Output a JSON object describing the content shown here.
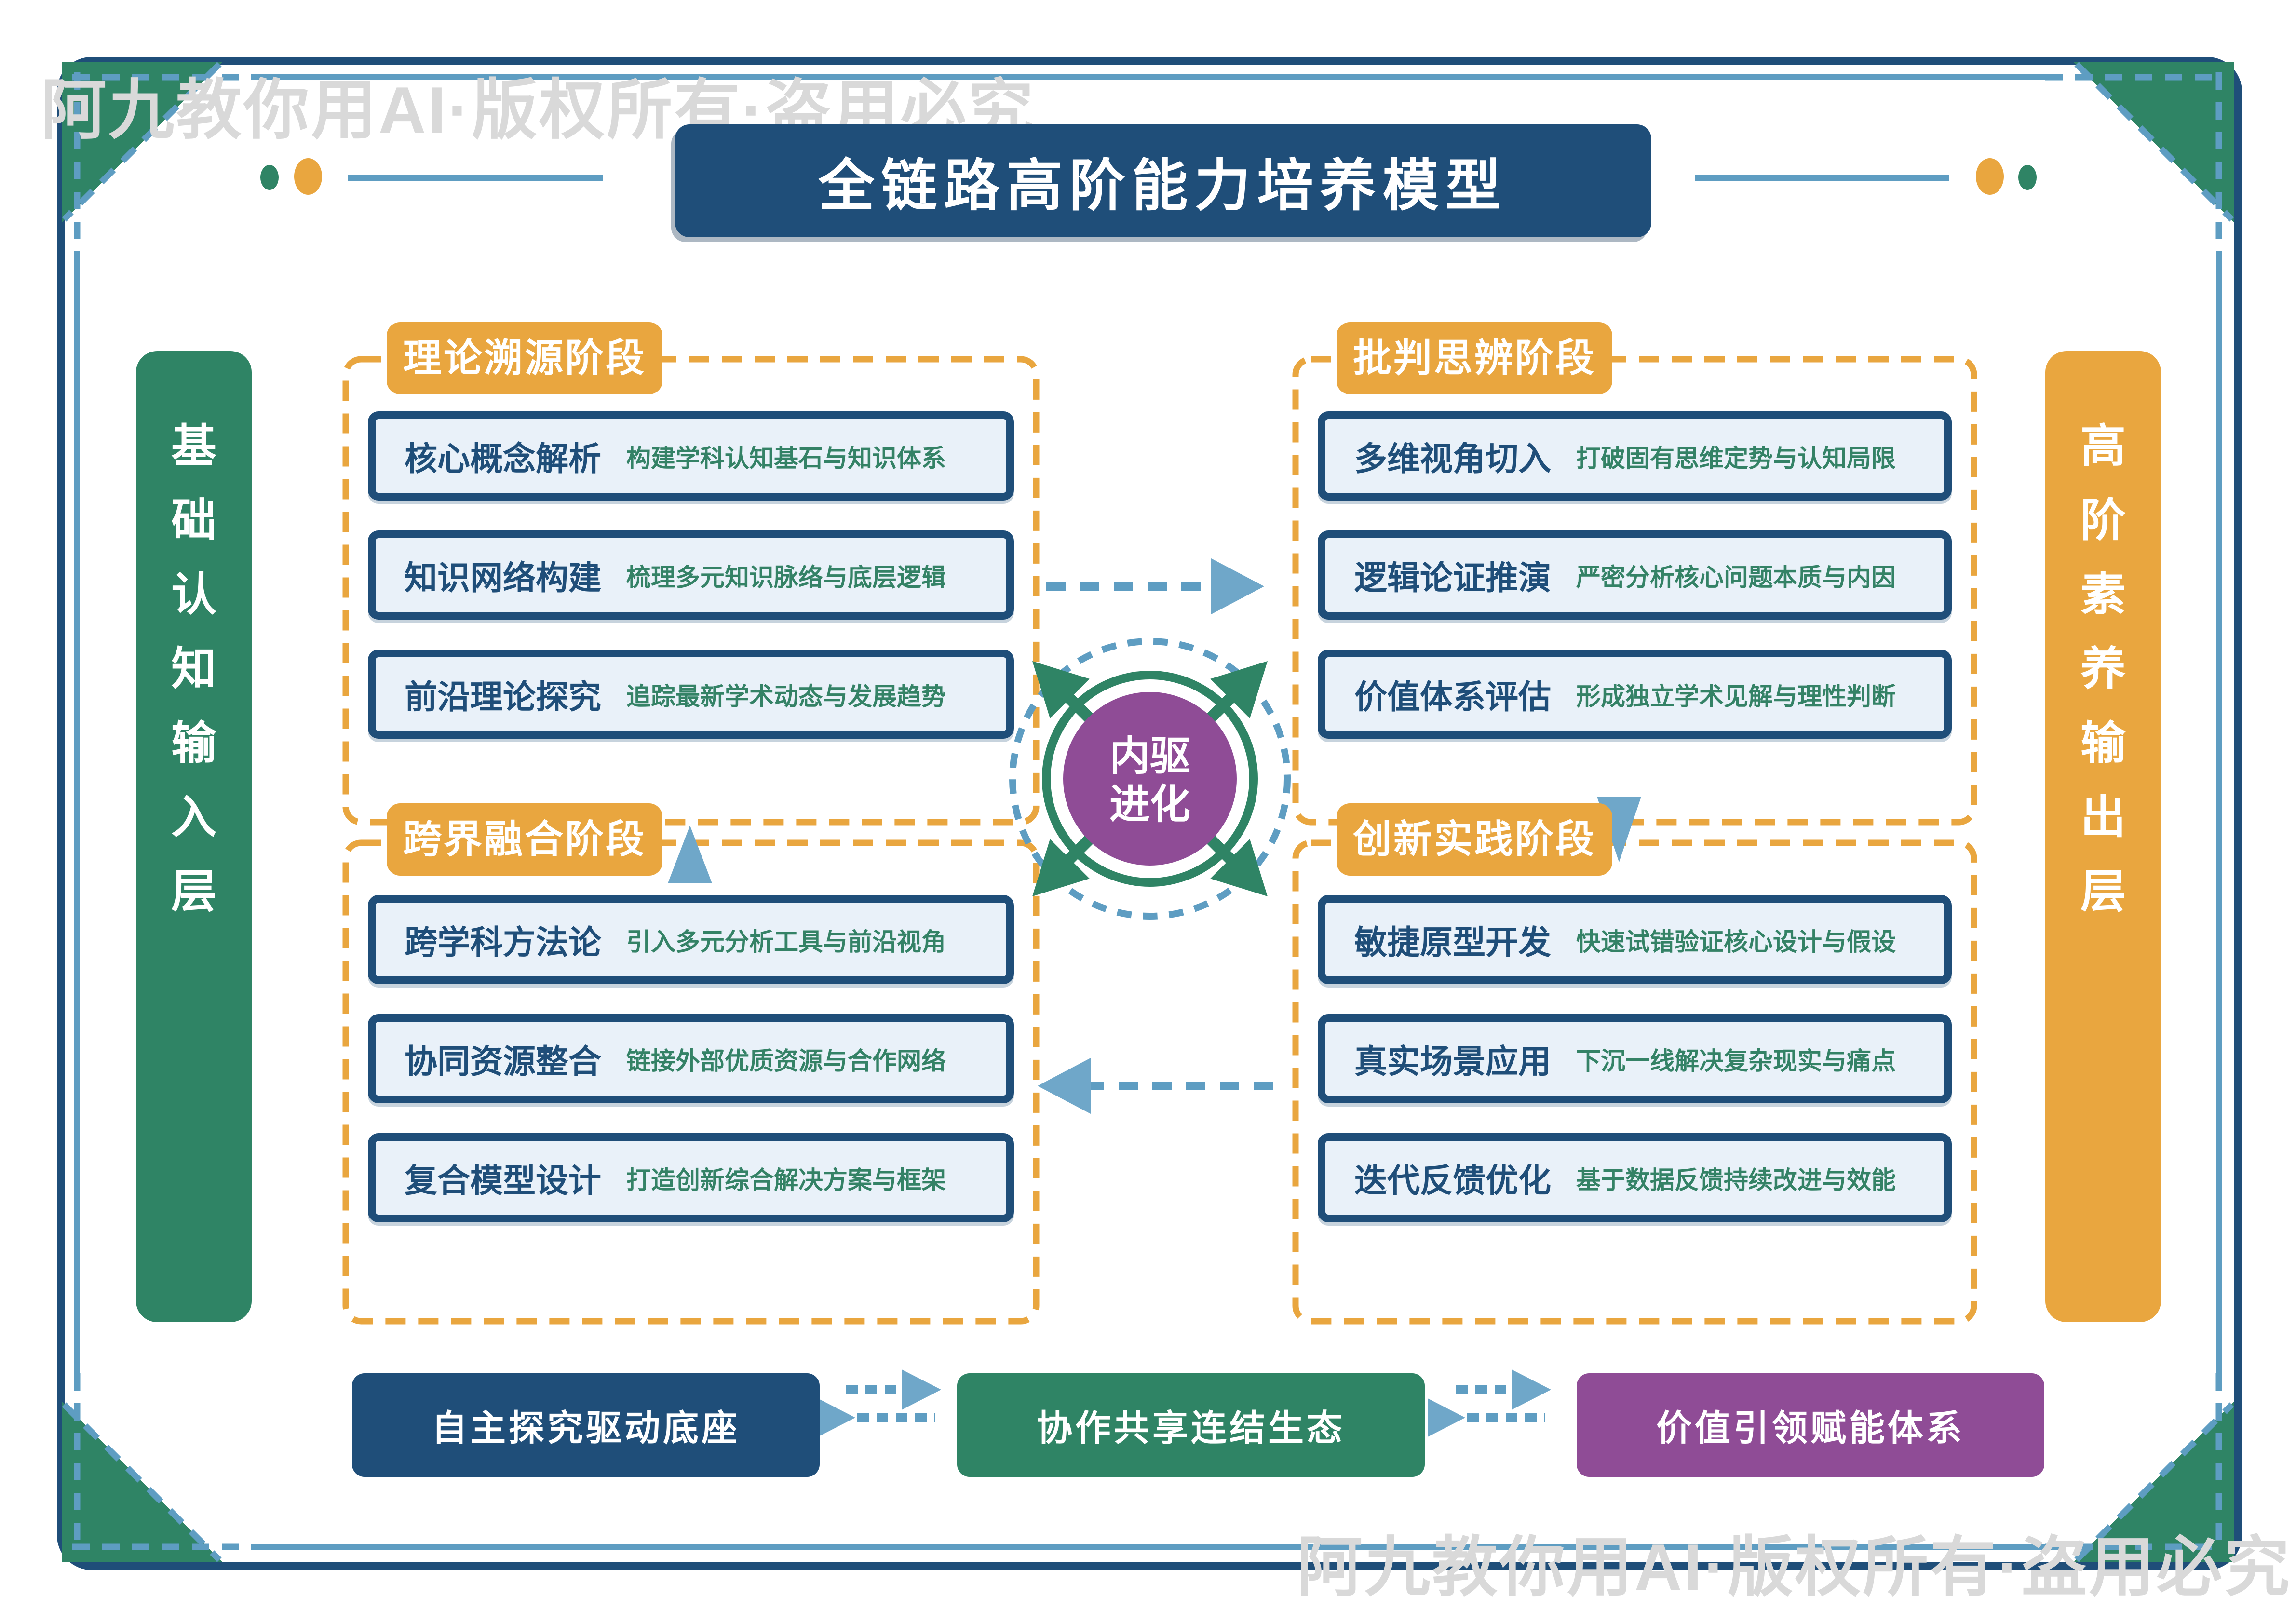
{
  "watermark": {
    "text_top": "阿九教你用AI·版权所有·盗用必究",
    "text_bottom": "阿九教你用AI·版权所有·盗用必究"
  },
  "title": {
    "text": "全链路高阶能力培养模型"
  },
  "sidebar_left": {
    "label": "基础认知输入层",
    "chars": [
      "基",
      "础",
      "认",
      "知",
      "输",
      "入",
      "层"
    ]
  },
  "sidebar_right": {
    "label": "高阶素养输出层",
    "chars": [
      "高",
      "阶",
      "素",
      "养",
      "输",
      "出",
      "层"
    ]
  },
  "center": {
    "line1": "内驱",
    "line2": "进化"
  },
  "quadrants": {
    "theory": {
      "label": "理论溯源阶段",
      "items": [
        {
          "title": "核心概念解析",
          "desc": "构建学科认知基石与知识体系"
        },
        {
          "title": "知识网络构建",
          "desc": "梳理多元知识脉络与底层逻辑"
        },
        {
          "title": "前沿理论探究",
          "desc": "追踪最新学术动态与发展趋势"
        }
      ]
    },
    "critical": {
      "label": "批判思辨阶段",
      "items": [
        {
          "title": "多维视角切入",
          "desc": "打破固有思维定势与认知局限"
        },
        {
          "title": "逻辑论证推演",
          "desc": "严密分析核心问题本质与内因"
        },
        {
          "title": "价值体系评估",
          "desc": "形成独立学术见解与理性判断"
        }
      ]
    },
    "crossover": {
      "label": "跨界融合阶段",
      "items": [
        {
          "title": "跨学科方法论",
          "desc": "引入多元分析工具与前沿视角"
        },
        {
          "title": "协同资源整合",
          "desc": "链接外部优质资源与合作网络"
        },
        {
          "title": "复合模型设计",
          "desc": "打造创新综合解决方案与框架"
        }
      ]
    },
    "innovation": {
      "label": "创新实践阶段",
      "items": [
        {
          "title": "敏捷原型开发",
          "desc": "快速试错验证核心设计与假设"
        },
        {
          "title": "真实场景应用",
          "desc": "下沉一线解决复杂现实与痛点"
        },
        {
          "title": "迭代反馈优化",
          "desc": "基于数据反馈持续改进与效能"
        }
      ]
    }
  },
  "footer": {
    "box1": "自主探究驱动底座",
    "box2": "协作共享连结生态",
    "box3": "价值引领赋能体系"
  },
  "colors": {
    "navy": "#1F4E79",
    "green": "#2F8465",
    "orange": "#E9A63F",
    "purple": "#8F4C96",
    "steel": "#5E9DC2",
    "steel_light": "#6FA7C9",
    "card_bg": "#E9F1F9",
    "desc_green": "#348266",
    "watermark_gray": "#D9D9D9"
  }
}
